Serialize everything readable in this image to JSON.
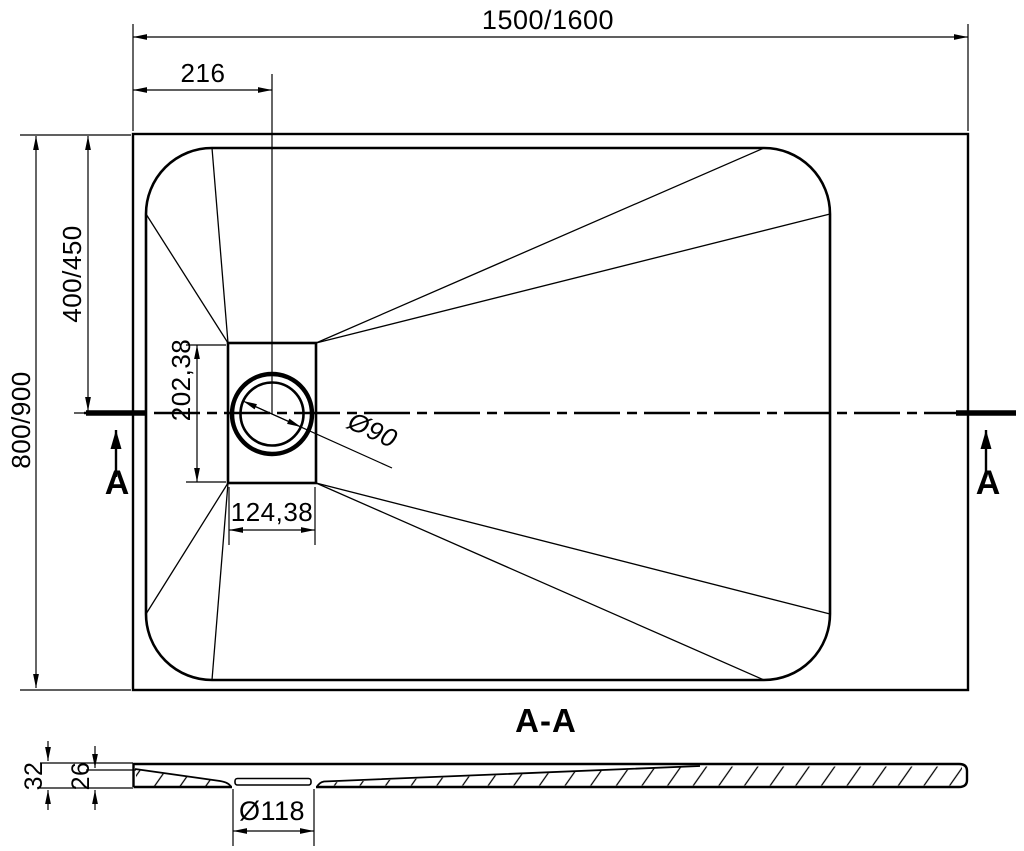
{
  "top_view": {
    "dim_overall_width": "1500/1600",
    "dim_drain_offset_x": "216",
    "dim_overall_depth": "800/900",
    "dim_centerline_offset": "400/450",
    "dim_drain_box_height": "202,38",
    "dim_drain_box_width": "124,38",
    "dim_drain_diameter": "Ø90",
    "section_label_left": "A",
    "section_label_right": "A"
  },
  "section_view": {
    "title": "A-A",
    "dim_edge_height": "32",
    "dim_inner_height": "26",
    "dim_drain_hole_diameter": "Ø118"
  },
  "colors": {
    "line": "#000000",
    "background": "#ffffff"
  }
}
